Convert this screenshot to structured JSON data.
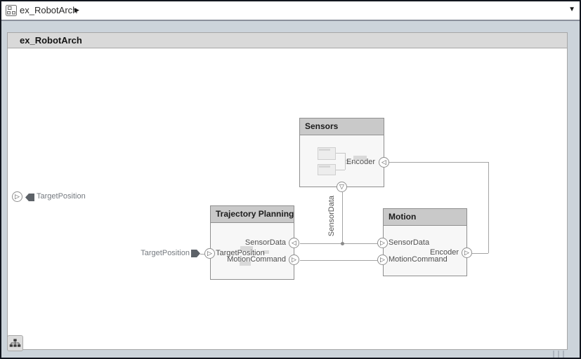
{
  "titlebar": {
    "breadcrumb": "ex_RobotArch",
    "breadcrumb_arrow": "▶",
    "dropdown_glyph": "▼"
  },
  "canvas": {
    "title": "ex_RobotArch"
  },
  "boundary_port": {
    "label": "TargetPosition"
  },
  "signal_tag": {
    "label": "TargetPosition"
  },
  "blocks": {
    "sensors": {
      "title": "Sensors",
      "encoder_port": "Encoder"
    },
    "trajectory_planning": {
      "title": "Trajectory Planning",
      "sensor_data_port": "SensorData",
      "target_position_port": "TargetPosition",
      "motion_command_port": "MotionCommand"
    },
    "motion": {
      "title": "Motion",
      "sensor_data_port": "SensorData",
      "motion_command_port": "MotionCommand",
      "encoder_port": "Encoder"
    }
  },
  "connections": {
    "sensor_data_label": "SensorData"
  },
  "glyphs": {
    "port_right": "▷",
    "port_left": "◁",
    "port_down": "▽"
  },
  "colors": {
    "window_border": "#12161f",
    "workspace_bg": "#ccd4db",
    "canvas_header": "#d9d9d9",
    "block_header": "#c9c9c9",
    "connector": "#a3a3a3",
    "tag_fill": "#5d6268"
  }
}
